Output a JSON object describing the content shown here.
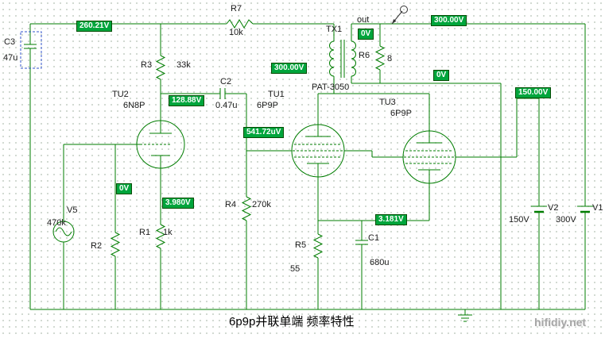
{
  "title": "6p9p并联单端 频率特性",
  "watermark": "hifidiy.net",
  "colors": {
    "wire": "#007d00",
    "probe_background": "#00a53c",
    "probe_text": "#ffffff",
    "selection_box": "#3355cc"
  },
  "voltage_probes": [
    {
      "node": "top-left-rail",
      "text": "260.21V"
    },
    {
      "node": "top-right-rail",
      "text": "300.00V"
    },
    {
      "node": "output-node",
      "text": "0V"
    },
    {
      "node": "plate-supply",
      "text": "300.00V"
    },
    {
      "node": "secondary-return",
      "text": "0V"
    },
    {
      "node": "tu2-plate",
      "text": "128.88V"
    },
    {
      "node": "screen-supply",
      "text": "150.00V"
    },
    {
      "node": "output-grid",
      "text": "541.72uV"
    },
    {
      "node": "input-grid",
      "text": "0V"
    },
    {
      "node": "tu2-cathode",
      "text": "3.980V"
    },
    {
      "node": "output-cathode",
      "text": "3.181V"
    }
  ],
  "components": {
    "c3": {
      "ref": "C3",
      "value": "47u"
    },
    "r7": {
      "ref": "R7",
      "value": "10k"
    },
    "tx1": {
      "ref": "TX1",
      "model": "PAT-3050"
    },
    "out_label": "out",
    "r6": {
      "ref": "R6",
      "value": "8"
    },
    "r3": {
      "ref": "R3",
      "value": "33k"
    },
    "c2": {
      "ref": "C2",
      "value": "0.47u"
    },
    "tu2": {
      "ref": "TU2",
      "model": "6N8P"
    },
    "tu1": {
      "ref": "TU1",
      "model": "6P9P"
    },
    "tu3": {
      "ref": "TU3",
      "model": "6P9P"
    },
    "r4": {
      "ref": "R4",
      "value": "270k"
    },
    "r1": {
      "ref": "R1",
      "value": "1k"
    },
    "r2": {
      "ref": "R2",
      "value": "470k"
    },
    "v5": {
      "ref": "V5"
    },
    "r5": {
      "ref": "R5",
      "value": "55"
    },
    "c1": {
      "ref": "C1",
      "value": "680u"
    },
    "v2": {
      "ref": "V2",
      "value": "150V"
    },
    "v1": {
      "ref": "V1",
      "value": "300V"
    }
  }
}
